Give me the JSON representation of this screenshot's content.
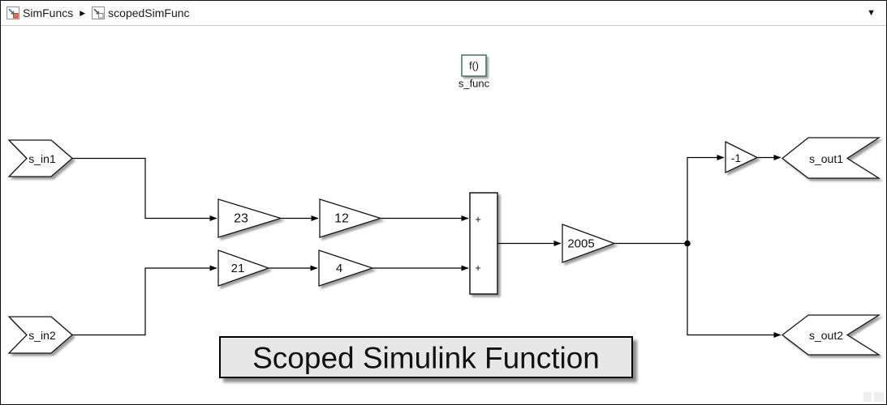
{
  "header": {
    "breadcrumb": [
      {
        "label": "SimFuncs",
        "icon": "simulink-model-icon"
      },
      {
        "label": "scopedSimFunc",
        "icon": "simulink-subsystem-icon"
      }
    ],
    "separator_glyph": "▶",
    "dropdown_glyph": "▼"
  },
  "diagram": {
    "simulink_function": {
      "symbol": "f()",
      "name": "s_func"
    },
    "inports": [
      {
        "name": "s_in1"
      },
      {
        "name": "s_in2"
      }
    ],
    "outports": [
      {
        "name": "s_out1"
      },
      {
        "name": "s_out2"
      }
    ],
    "gains": {
      "g23": "23",
      "g12": "12",
      "g21": "21",
      "g4": "4",
      "g2005": "2005",
      "gneg1": "-1"
    },
    "sum": {
      "signs": [
        "+",
        "+"
      ]
    },
    "annotation": "Scoped Simulink Function"
  },
  "colors": {
    "function_accent": "#2E6B5C",
    "annotation_background": "#E7E7E7",
    "badge_orange": "#D9572B",
    "badge_blue": "#3A6FB7"
  }
}
